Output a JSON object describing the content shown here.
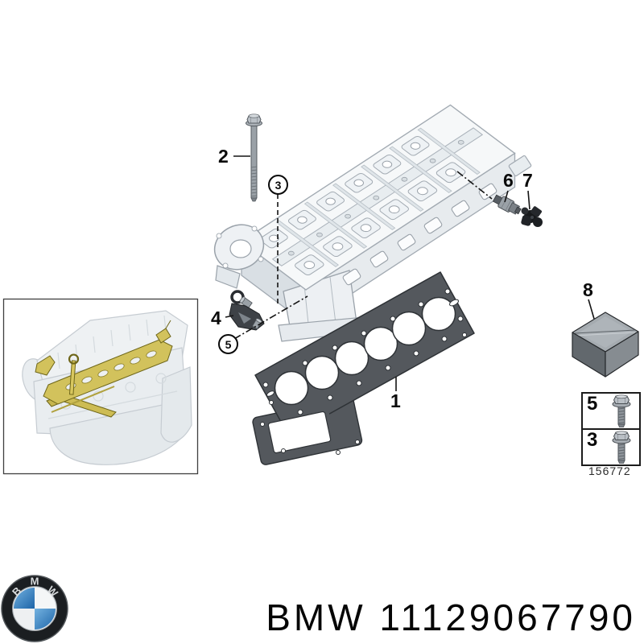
{
  "product": {
    "full_label": "BMW 11129067790",
    "brand": "BMW",
    "part_number": "11129067790"
  },
  "logo": {
    "letters": [
      "B",
      "M",
      "W"
    ]
  },
  "callouts": {
    "item1": "1",
    "item2": "2",
    "item3": "3",
    "item4": "4",
    "item5": "5",
    "item6": "6",
    "item7": "7",
    "item8": "8"
  },
  "legend": {
    "rows": [
      {
        "label": "5"
      },
      {
        "label": "3"
      }
    ],
    "figure_number": "156772"
  },
  "colors": {
    "background": "#ffffff",
    "callout_text": "#0a0a0a",
    "gasket_gray": "#54585d",
    "artwork_line_gray": "#a2aab2",
    "highlight_yellow": "#d2c25c",
    "bmw_blue": "#1d64a8"
  }
}
